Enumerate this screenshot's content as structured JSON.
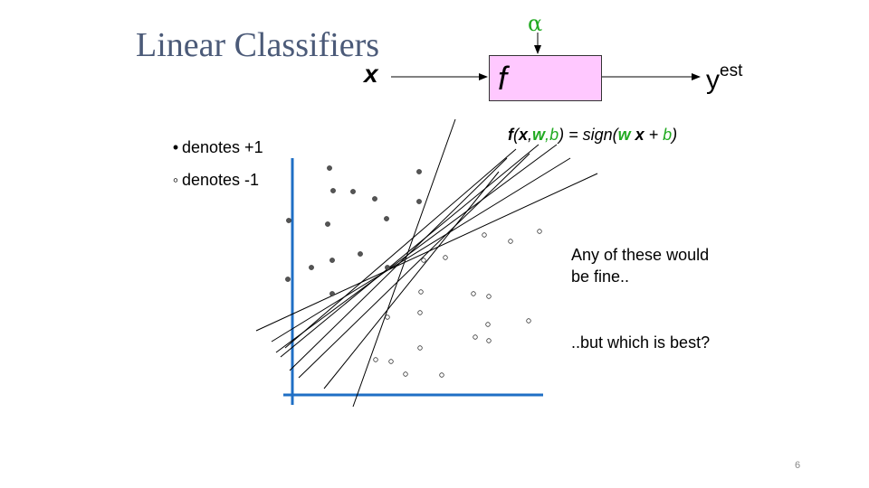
{
  "slide": {
    "title": "Linear Classifiers",
    "page_number": "6"
  },
  "block_diagram": {
    "alpha_symbol": "α",
    "function_label": "f",
    "input_label": "x",
    "output_label": "y",
    "output_superscript": "est",
    "formula": {
      "f": "f",
      "open": "(",
      "x": "x",
      "comma1": ",",
      "w": "w",
      "comma2": ",",
      "b": "b",
      "eq": ") = sign(",
      "w2": "w",
      "x2": " x",
      "plus": " + ",
      "b2": "b",
      "close": ")"
    }
  },
  "legend": {
    "positive": {
      "marker": "•",
      "label": "denotes +1"
    },
    "negative": {
      "marker": "◦",
      "label": "denotes -1"
    }
  },
  "notes": {
    "first": "Any of these would be fine..",
    "second": "..but which is best?"
  },
  "colors": {
    "title": "#4b5a78",
    "axes": "#1f6fc5",
    "box_fill": "#ffc8ff",
    "green": "#22aa22"
  },
  "chart_data": {
    "type": "scatter",
    "positive_points": [
      [
        364,
        186
      ],
      [
        463,
        190
      ],
      [
        368,
        211
      ],
      [
        390,
        212
      ],
      [
        414,
        220
      ],
      [
        463,
        223
      ],
      [
        319,
        244
      ],
      [
        362,
        248
      ],
      [
        427,
        242
      ],
      [
        398,
        281
      ],
      [
        367,
        288
      ],
      [
        344,
        296
      ],
      [
        428,
        296
      ],
      [
        318,
        309
      ],
      [
        367,
        325
      ]
    ],
    "negative_points": [
      [
        535,
        260
      ],
      [
        564,
        267
      ],
      [
        596,
        256
      ],
      [
        468,
        288
      ],
      [
        492,
        285
      ],
      [
        465,
        323
      ],
      [
        523,
        325
      ],
      [
        540,
        328
      ],
      [
        428,
        351
      ],
      [
        464,
        346
      ],
      [
        539,
        359
      ],
      [
        584,
        355
      ],
      [
        525,
        373
      ],
      [
        540,
        377
      ],
      [
        464,
        385
      ],
      [
        415,
        398
      ],
      [
        432,
        400
      ],
      [
        448,
        414
      ],
      [
        488,
        415
      ]
    ],
    "candidate_lines": [
      [
        [
          283,
          366
        ],
        [
          660,
          192
        ]
      ],
      [
        [
          300,
          378
        ],
        [
          630,
          175
        ]
      ],
      [
        [
          305,
          390
        ],
        [
          615,
          160
        ]
      ],
      [
        [
          310,
          395
        ],
        [
          595,
          160
        ]
      ],
      [
        [
          320,
          410
        ],
        [
          560,
          175
        ]
      ],
      [
        [
          315,
          385
        ],
        [
          570,
          165
        ]
      ],
      [
        [
          330,
          418
        ],
        [
          585,
          170
        ]
      ],
      [
        [
          358,
          430
        ],
        [
          551,
          190
        ]
      ],
      [
        [
          390,
          450
        ],
        [
          503,
          132
        ]
      ]
    ]
  }
}
